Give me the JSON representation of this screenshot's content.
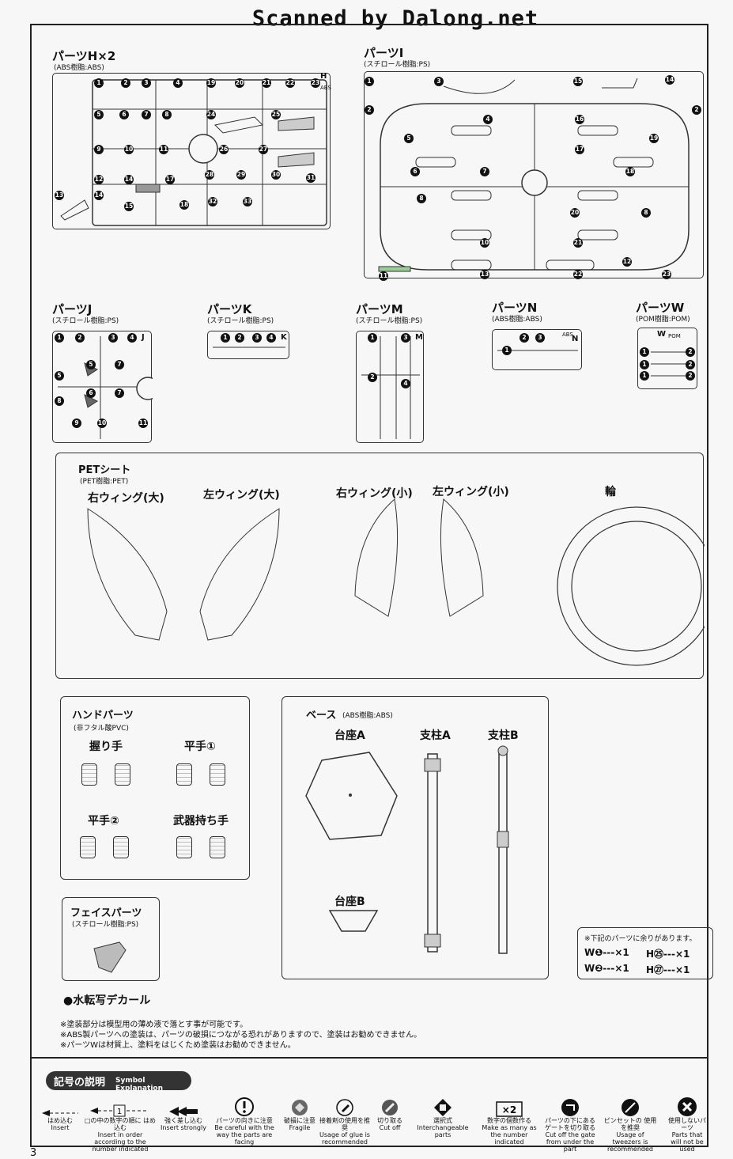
{
  "header": {
    "scan": "Scanned by Dalong.net"
  },
  "parts": {
    "H": {
      "title": "パーツH×2",
      "material": "(ABS樹脂:ABS)",
      "letter": "H",
      "tag": "ABS"
    },
    "I": {
      "title": "パーツI",
      "material": "(スチロール樹脂:PS)"
    },
    "J": {
      "title": "パーツJ",
      "material": "(スチロール樹脂:PS)",
      "letter": "J"
    },
    "K": {
      "title": "パーツK",
      "material": "(スチロール樹脂:PS)",
      "letter": "K"
    },
    "M": {
      "title": "パーツM",
      "material": "(スチロール樹脂:PS)",
      "letter": "M"
    },
    "N": {
      "title": "パーツN",
      "material": "(ABS樹脂:ABS)",
      "letter": "N",
      "tag": "ABS"
    },
    "W": {
      "title": "パーツW",
      "material": "(POM樹脂:POM)",
      "letter": "W",
      "tag": "POM"
    }
  },
  "pet": {
    "title": "PETシート",
    "material": "(PET樹脂:PET)",
    "labels": [
      "右ウィング(大)",
      "左ウィング(大)",
      "右ウィング(小)",
      "左ウィング(小)",
      "輪"
    ]
  },
  "hand": {
    "title": "ハンドパーツ",
    "material": "(非フタル酸PVC)",
    "labels": [
      "握り手",
      "平手①",
      "平手②",
      "武器持ち手"
    ]
  },
  "base": {
    "title": "ベース",
    "material": "(ABS樹脂:ABS)",
    "labels": [
      "台座A",
      "支柱A",
      "支柱B",
      "台座B"
    ]
  },
  "face": {
    "title": "フェイスパーツ",
    "material": "(スチロール樹脂:PS)"
  },
  "spare": {
    "title": "※下記のパーツに余りがあります。",
    "rows": [
      "W❶---×1",
      "H㉕---×1",
      "W❷---×1",
      "H㉗---×1"
    ]
  },
  "decal": "●水転写デカール",
  "notes": [
    "※塗装部分は模型用の薄め液で落とす事が可能です。",
    "※ABS製パーツへの塗装は、パーツの破損につながる恐れがありますので、塗装はお勧めできません。",
    "※パーツWは材質上、塗料をはじくため塗装はお勧めできません。"
  ],
  "symbols": {
    "title_ja": "記号の説明",
    "title_en": "Symbol Explanation",
    "items": [
      {
        "ja": "はめ込む",
        "en": "Insert"
      },
      {
        "ja": "□の中の数字の順に はめ込む",
        "en": "Insert in order according to the number indicated"
      },
      {
        "ja": "強く差し込む",
        "en": "Insert strongly"
      },
      {
        "ja": "パーツの向きに注意",
        "en": "Be careful with the way the parts are facing"
      },
      {
        "ja": "破損に注意",
        "en": "Fragile"
      },
      {
        "ja": "接着剤の使用を推奨",
        "en": "Usage of glue is recommended"
      },
      {
        "ja": "切り取る",
        "en": "Cut off"
      },
      {
        "ja": "選択式",
        "en": "Interchangeable parts"
      },
      {
        "ja": "数字の個数作る",
        "en": "Make as many as the number indicated"
      },
      {
        "ja": "パーツの下にある ゲートを切り取る",
        "en": "Cut off the gate from under the part"
      },
      {
        "ja": "ピンセットの 使用を推奨",
        "en": "Usage of tweezers is recommended"
      },
      {
        "ja": "使用しないパーツ",
        "en": "Parts that will not be used"
      }
    ],
    "icon_texts": {
      "order": "1",
      "count": "×2"
    }
  },
  "page_number": "3"
}
